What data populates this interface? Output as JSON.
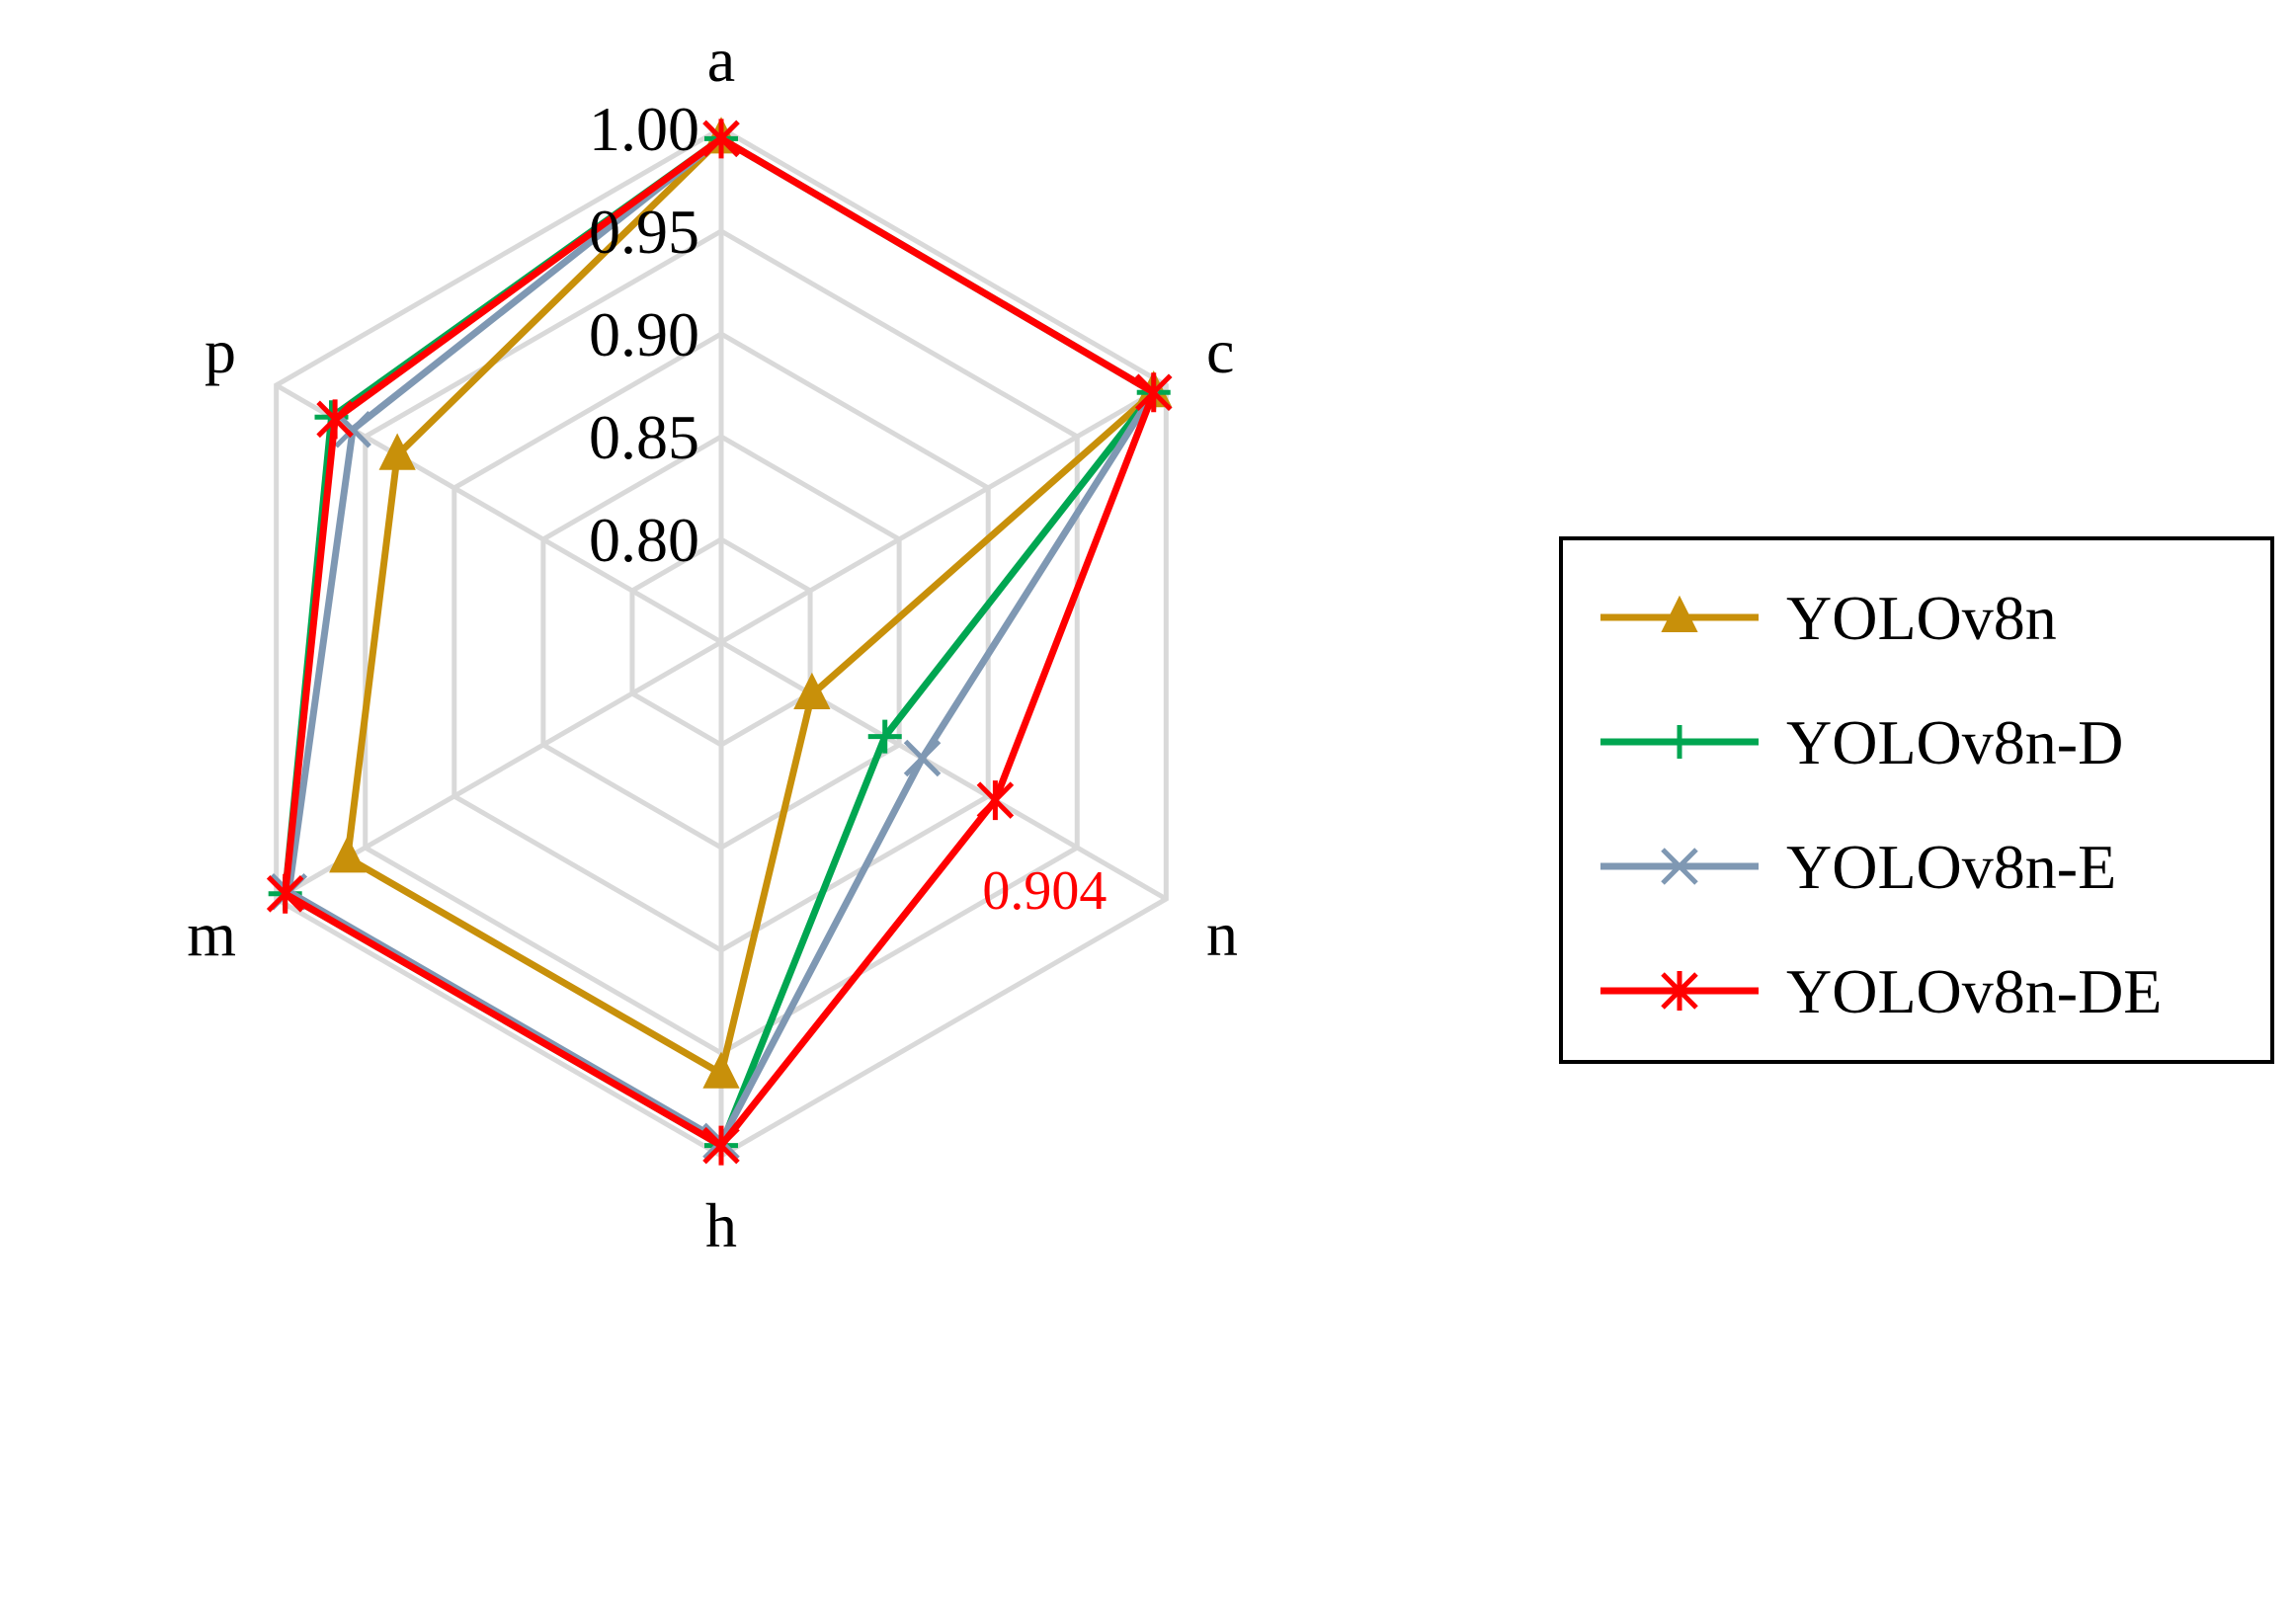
{
  "chart_data": {
    "type": "radar",
    "title": "",
    "axes": [
      "a",
      "c",
      "n",
      "h",
      "m",
      "p"
    ],
    "rlim": [
      0.75,
      1.0
    ],
    "tick_values": [
      0.8,
      0.85,
      0.9,
      0.95,
      1.0
    ],
    "tick_labels": [
      "0.80",
      "0.85",
      "0.90",
      "0.95",
      "1.00"
    ],
    "grid": true,
    "legend_position": "right",
    "series": [
      {
        "name": "YOLOv8n",
        "color": "#C8900A",
        "marker": "triangle",
        "values": [
          0.995,
          0.993,
          0.801,
          0.96,
          0.96,
          0.932
        ]
      },
      {
        "name": "YOLOv8n-D",
        "color": "#00A651",
        "marker": "plus",
        "values": [
          0.995,
          0.993,
          0.842,
          0.995,
          0.995,
          0.969
        ]
      },
      {
        "name": "YOLOv8n-E",
        "color": "#7F98B3",
        "marker": "x",
        "values": [
          0.995,
          0.993,
          0.863,
          0.993,
          0.993,
          0.957
        ]
      },
      {
        "name": "YOLOv8n-DE",
        "color": "#FF0000",
        "marker": "star",
        "values": [
          0.995,
          0.993,
          0.904,
          0.995,
          0.995,
          0.967
        ]
      }
    ],
    "annotations": [
      {
        "text": "0.904",
        "color": "#FF0000",
        "series": "YOLOv8n-DE",
        "axis": "n"
      }
    ]
  }
}
